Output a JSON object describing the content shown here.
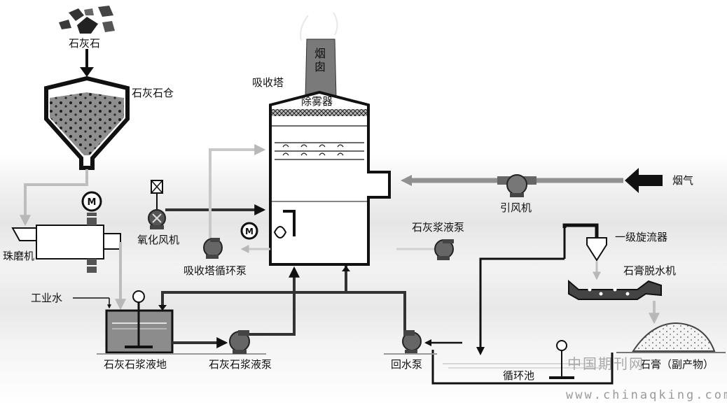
{
  "labels": {
    "limestone": "石灰石",
    "limestone_silo": "石灰石仓",
    "absorber_tower": "吸收塔",
    "chimney": "烟囱",
    "demister": "除雾器",
    "flue_gas": "烟气",
    "induced_fan": "引风机",
    "oxidation_fan": "氧化风机",
    "ball_mill": "珠磨机",
    "absorber_recirc_pump": "吸收塔循环泵",
    "lime_slurry_pump": "石灰浆液泵",
    "primary_cyclone": "一级旋流器",
    "gypsum_dewatering": "石膏脱水机",
    "process_water": "工业水",
    "limestone_slurry_tank": "石灰石浆液地",
    "limestone_slurry_pump": "石灰石浆液泵",
    "return_water_pump": "回水泵",
    "circulation_pool": "循环池",
    "gypsum_byproduct": "石膏（副产物）"
  },
  "motor_symbol": "M",
  "watermark": {
    "cn": "中国期刊网",
    "url": "www.chinaqking.com"
  }
}
